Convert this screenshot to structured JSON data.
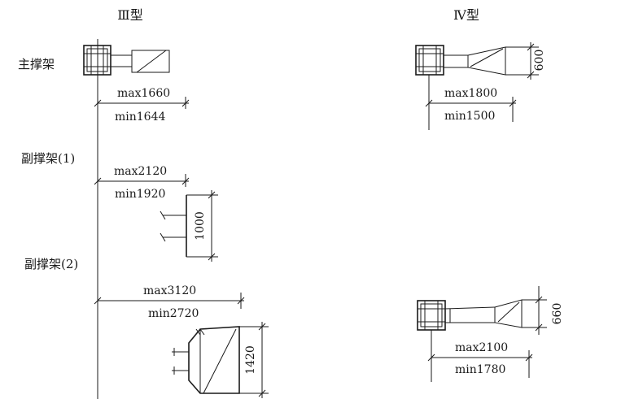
{
  "headers": {
    "type3": "Ⅲ型",
    "type4": "Ⅳ型"
  },
  "labels": {
    "main_bracket": "主撑架",
    "aux_bracket_1": "副撑架(1)",
    "aux_bracket_2": "副撑架(2)"
  },
  "dimensions": {
    "t3_main_max": "max1660",
    "t3_main_min": "min1644",
    "t3_aux1_max": "max2120",
    "t3_aux1_min": "min1920",
    "t3_aux1_height": "1000",
    "t3_aux2_max": "max3120",
    "t3_aux2_min": "min2720",
    "t3_aux2_height": "1420",
    "t4_main_max": "max1800",
    "t4_main_min": "min1500",
    "t4_main_height": "600",
    "t4_aux2_max": "max2100",
    "t4_aux2_min": "min1780",
    "t4_aux2_height": "660"
  }
}
